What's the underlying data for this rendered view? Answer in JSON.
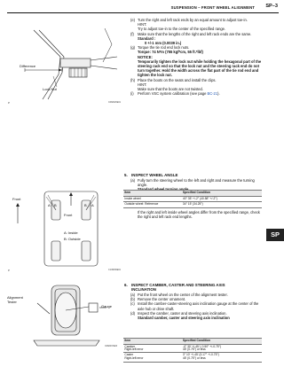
{
  "header": {
    "title": "SUSPENSION  –  FRONT WHEEL ALIGNMENT",
    "page_number": "SP–3"
  },
  "side_tab": "SP",
  "fig1": {
    "labels": {
      "difference": "Difference",
      "lock_nut": "Lock Nut"
    },
    "code": "C082026E01",
    "corner": "P"
  },
  "fig2": {
    "labels": {
      "front": "Front",
      "a": "A",
      "b": "B",
      "front_inner": "Front",
      "a_inside": "A: Inside",
      "b_outside": "B: Outside"
    },
    "code": "C149036E01",
    "corner": "P"
  },
  "fig3": {
    "labels": {
      "alignment_tester_1": "Alignment",
      "alignment_tester_2": "Tester",
      "gauge": "Gauge"
    },
    "code": "C082037E03"
  },
  "steps_top": {
    "e_marker": "(e)",
    "e_text": "Turn the right and left rack ends by an equal amount to adjust toe-in.",
    "e_hint_label": "HINT:",
    "e_hint_text": "Try to adjust toe-in to the center of the specified range.",
    "f_marker": "(f)",
    "f_text": "Make sure that the lengths of the right and left rack ends are the same.",
    "f_standard_label": "Standard :",
    "f_standard_value": "0 +/-1 mm (0.0039 in.)",
    "g_marker": "(g)",
    "g_text": "Torque the tie rod end lock nuts.",
    "g_torque": "Torque: 74 N*m (755 kgf*cm, 55 ft.*lbf)",
    "g_notice_label": "NOTICE:",
    "g_notice_text": "Temporarily tighten the lock nut while holding the hexagonal part of the steering rack end so that the lock nut and the steering rack end do not turn together. Hold the width across the flat part of the tie rod end and tighten the lock nut.",
    "h_marker": "(h)",
    "h_text": "Place the boots on the seats and install the clips.",
    "h_hint_label": "HINT:",
    "h_hint_text": "Make sure that the boots are not twisted.",
    "i_marker": "(i)",
    "i_text_before": "Perform VSC system calibration (see page ",
    "i_link": "BC-21",
    "i_text_after": ")."
  },
  "section5": {
    "number": "5.",
    "title": "INSPECT WHEEL ANGLE",
    "a_marker": "(a)",
    "a_text": "Fully turn the steering wheel to the left and right and measure the turning angle.",
    "standard_heading": "Standard wheel turning angle",
    "table": {
      "headers": [
        "Item",
        "Specified Condition"
      ],
      "rows": [
        [
          "Inside wheel",
          "40° 35' +/-2° (40.58° +/-2°)"
        ],
        [
          "Outside wheel: Reference",
          "34° 15' (34.25°)"
        ]
      ]
    },
    "note": "If the right and left inside wheel angles differ from the specified range, check the right and left rack end lengths."
  },
  "section6": {
    "number": "6.",
    "title_1": "INSPECT CAMBER, CASTER AND STEERING AXIS",
    "title_2": "INCLINATION",
    "a_marker": "(a)",
    "a_text": "Put the front wheel on the center of the alignment tester.",
    "b_marker": "(b)",
    "b_text": "Remove the center ornament.",
    "c_marker": "(c)",
    "c_text": "Install the camber-caster-steering axis inclination gauge at the center of the axle hub or drive shaft.",
    "d_marker": "(d)",
    "d_text": "Inspect the camber, caster and steering axis inclination.",
    "standard_heading": "Standard camber, caster and steering axis inclination",
    "table": {
      "headers": [
        "Item",
        "Specified Condition"
      ],
      "rows": [
        [
          "Camber",
          "-0° 30' +/-45' (-0.50° +/-0.75°)"
        ],
        [
          "Right-left error",
          "45' (0.75°) or less"
        ],
        [
          "Caster",
          "3° 10' +/-45' (3.17° +/-0.75°)"
        ],
        [
          "Right-left error",
          "45' (0.75°) or less"
        ]
      ]
    }
  }
}
